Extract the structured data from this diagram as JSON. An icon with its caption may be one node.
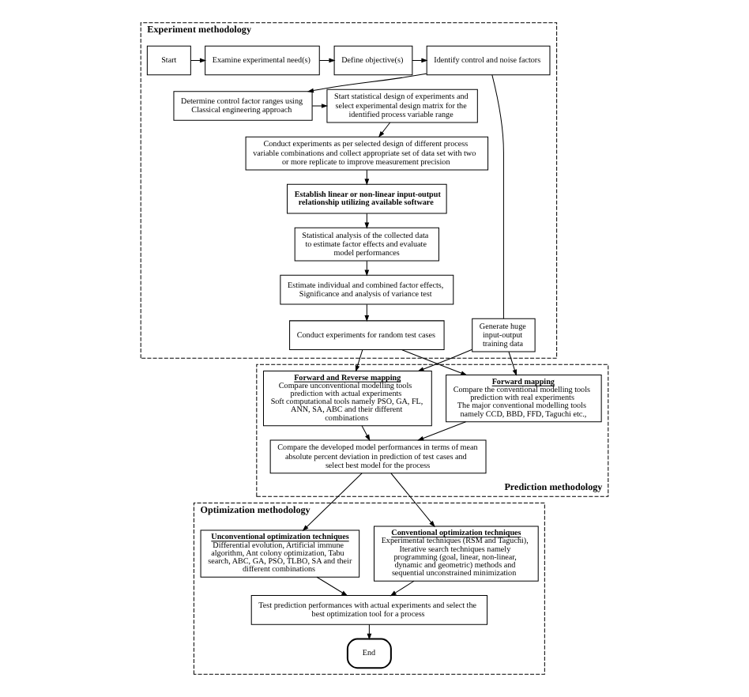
{
  "diagram": {
    "nodes": [
      {
        "text": [
          "Experiment methodology"
        ]
      },
      {
        "text": [
          "Start"
        ],
        "in": 0
      },
      {
        "text": [
          "Examine experimental need(s)"
        ],
        "in": 0
      },
      {
        "text": [
          "Define objective(s)"
        ],
        "in": 0
      },
      {
        "text": [
          "Identify control and noise factors"
        ],
        "in": 0
      },
      {
        "text": [
          "Determine control factor ranges using Classical engineering approach"
        ],
        "in": 0
      },
      {
        "text": [
          "Start statistical design of experiments and select experimental design matrix for the identified process variable range"
        ],
        "in": 0
      },
      {
        "text": [
          "Conduct experiments as per selected design of different process variable combinations and collect appropriate set of data set with two or more replicate to improve measurement precision"
        ],
        "in": 0
      },
      {
        "text": [
          "Establish linear or non-linear input-output relationship utilizing available software"
        ],
        "in": 0
      },
      {
        "text": [
          "Statistical analysis of the collected data to estimate factor effects and evaluate model performances"
        ],
        "in": 0
      },
      {
        "text": [
          "Estimate individual and combined factor effects, Significance and analysis of variance test"
        ],
        "in": 0
      },
      {
        "text": [
          "Conduct experiments for random test cases"
        ],
        "in": 0
      },
      {
        "text": [
          "Generate huge input-output training data"
        ],
        "in": 0
      },
      {
        "text": [
          "Prediction methodology"
        ]
      },
      {
        "text": [
          "Forward mapping",
          "Compare the conventional modelling tools prediction with real experiments",
          "The major conventional modelling tools namely CCD, BBD, FFD, Taguchi etc.,"
        ],
        "in": 13
      },
      {
        "text": [
          "Forward and Reverse mapping",
          "Compare unconventional modelling tools prediction with actual experiments",
          "Soft computational tools namely PSO, GA, FL, ANN, SA, ABC and their different combinations"
        ],
        "in": 13
      },
      {
        "text": [
          "Compare the developed model performances in terms of mean absolute percent deviation in prediction of test cases and select best model for the process"
        ],
        "in": 13
      },
      {
        "text": [
          "Optimization methodology"
        ]
      },
      {
        "text": [
          "Conventional optimization techniques",
          "Experimental techniques (RSM and Taguchi), Iterative search techniques namely programming (goal, linear, non-linear, dynamic and geometric) methods and sequential unconstrained minimization"
        ],
        "in": 17
      },
      {
        "text": [
          "Unconventional optimization techniques",
          "Differential evolution, Artificial immune algorithm, Ant colony optimization, Tabu search, ABC, GA, PSO, TLBO, SA and their different combinations"
        ],
        "in": 17
      },
      {
        "text": [
          "Test prediction performances with actual experiments and select the best optimization tool for a process"
        ],
        "in": 17
      },
      {
        "text": [
          "End"
        ],
        "in": 17
      }
    ],
    "edges": [
      {
        "from": 1,
        "to": 2,
        "arrow": "to"
      },
      {
        "from": 2,
        "to": 3,
        "arrow": "to"
      },
      {
        "from": 3,
        "to": 4,
        "arrow": "to"
      },
      {
        "from": 4,
        "to": 5,
        "arrow": "to"
      },
      {
        "from": 5,
        "to": 6,
        "arrow": "to"
      },
      {
        "from": 6,
        "to": 7,
        "arrow": "to"
      },
      {
        "from": 7,
        "to": 8,
        "arrow": "to"
      },
      {
        "from": 8,
        "to": 9,
        "arrow": "to"
      },
      {
        "from": 9,
        "to": 10,
        "arrow": "to"
      },
      {
        "from": 10,
        "to": 11,
        "arrow": "to"
      },
      {
        "from": 4,
        "to": 12,
        "arrow": "none"
      },
      {
        "from": 11,
        "to": 14,
        "arrow": "to"
      },
      {
        "from": 11,
        "to": 15,
        "arrow": "to"
      },
      {
        "from": 12,
        "to": 14,
        "arrow": "to"
      },
      {
        "from": 12,
        "to": 15,
        "arrow": "to"
      },
      {
        "from": 14,
        "to": 16,
        "arrow": "to"
      },
      {
        "from": 15,
        "to": 16,
        "arrow": "to"
      },
      {
        "from": 16,
        "to": 18,
        "arrow": "to"
      },
      {
        "from": 16,
        "to": 19,
        "arrow": "to"
      },
      {
        "from": 18,
        "to": 20,
        "arrow": "to"
      },
      {
        "from": 19,
        "to": 20,
        "arrow": "to"
      },
      {
        "from": 20,
        "to": 21,
        "arrow": "to"
      }
    ]
  }
}
